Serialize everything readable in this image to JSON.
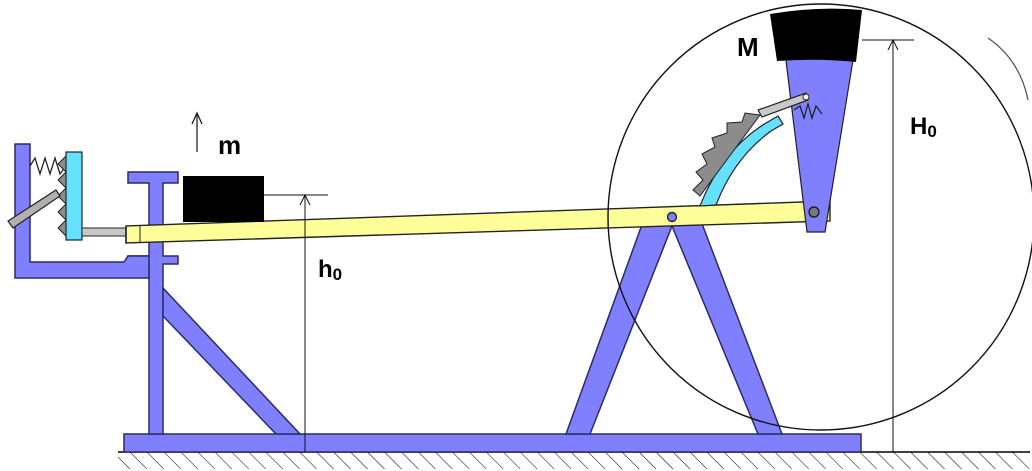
{
  "labels": {
    "m": "m",
    "M": "M",
    "h_letter": "h",
    "h_sub": "0",
    "H_letter": "H",
    "H_sub": "0"
  },
  "colors": {
    "frame": "#8080ff",
    "frame_stroke": "#2a2a66",
    "lever": "#ffff99",
    "ratchet_bar": "#66e0ff",
    "weight": "#000000",
    "ground_hatch": "#000000"
  },
  "icons": [
    "spring-icon",
    "ratchet-icon",
    "pivot-icon"
  ]
}
